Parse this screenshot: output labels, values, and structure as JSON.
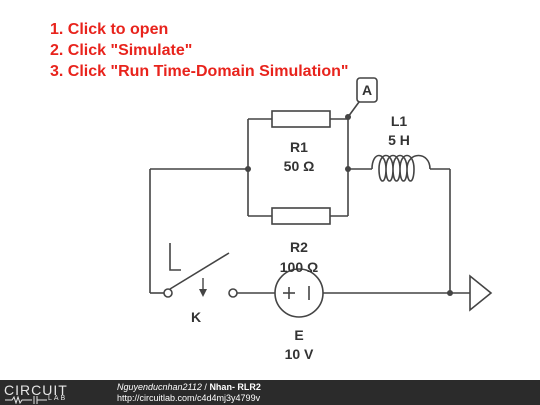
{
  "instructions": [
    "1. Click to open",
    "2. Click \"Simulate\"",
    "3. Click \"Run Time-Domain Simulation\""
  ],
  "components": {
    "r1": {
      "name": "R1",
      "value": "50 Ω"
    },
    "r2": {
      "name": "R2",
      "value": "100 Ω"
    },
    "l1": {
      "name": "L1",
      "value": "5 H"
    },
    "e": {
      "name": "E",
      "value": "10 V"
    },
    "k": {
      "name": "K"
    },
    "probe": {
      "label": "A"
    }
  },
  "footer": {
    "logo_top": "CIRCUIT",
    "logo_bottom": "LAB",
    "user": "Nguyenducnhan2112",
    "separator": " / ",
    "title": "Nhan- RLR2",
    "url": "http://circuitlab.com/c4d4mj3y4799v"
  }
}
